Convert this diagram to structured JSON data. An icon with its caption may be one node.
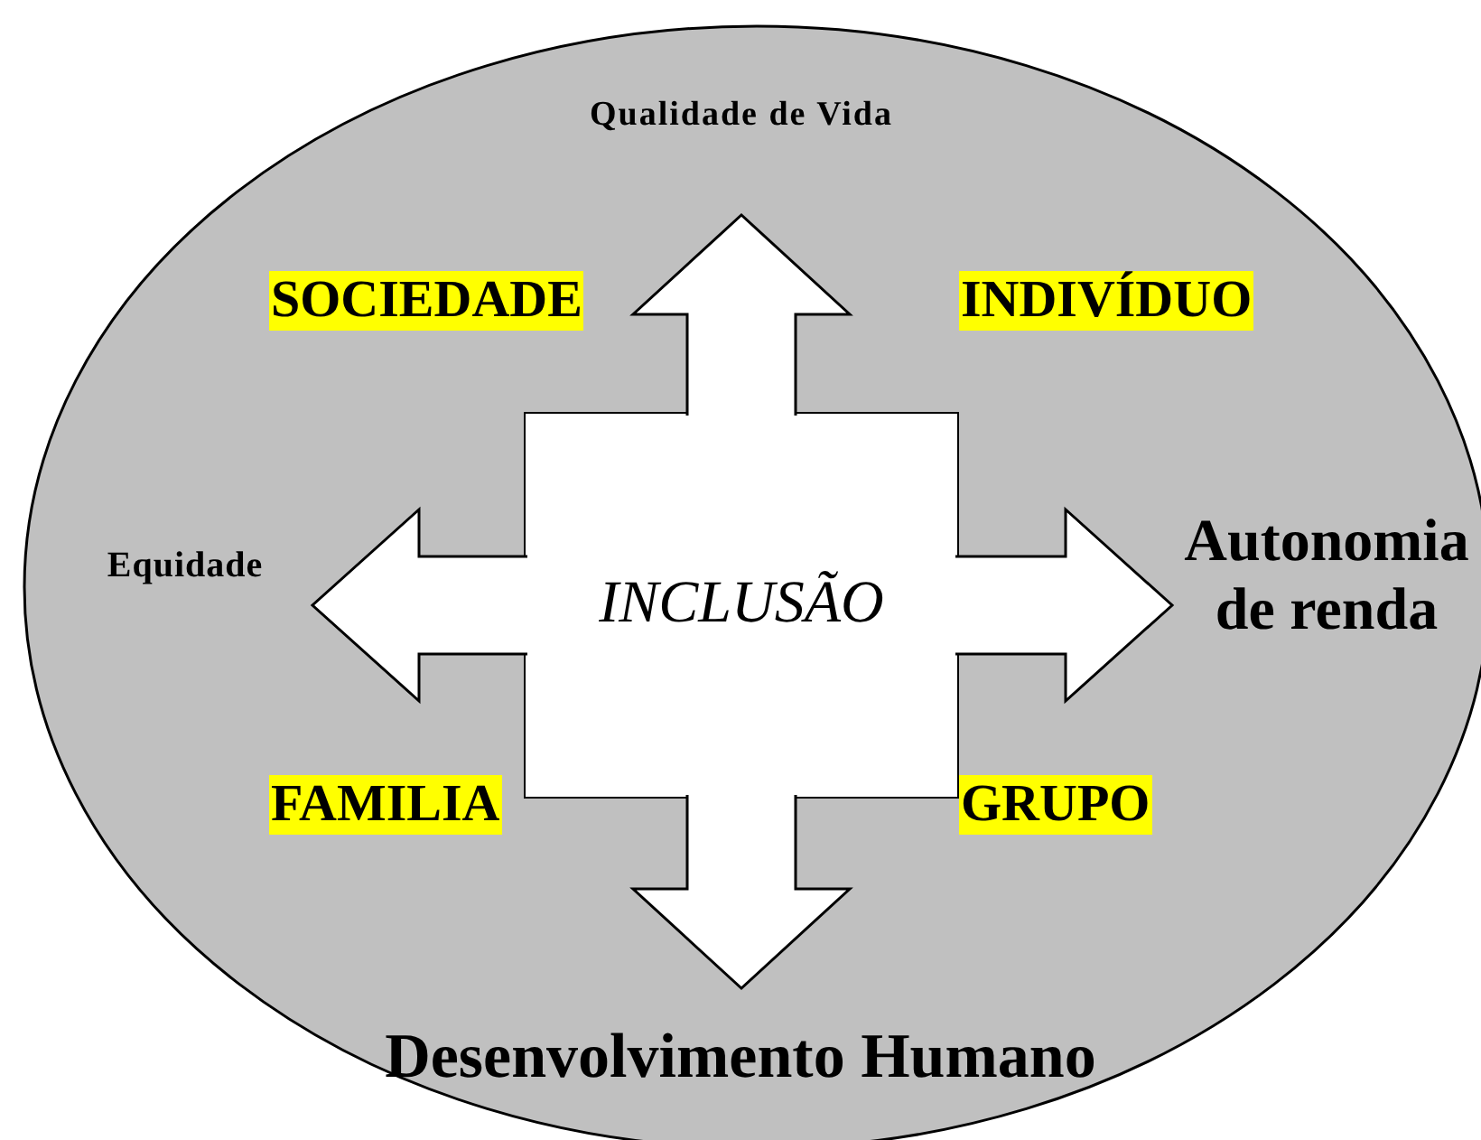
{
  "diagram": {
    "nodes": [
      {
        "text": [],
        "shape": "ellipse"
      },
      {
        "text": [
          "INCLUSÃO"
        ],
        "in": 0
      },
      {
        "text": [
          "Qualidade de Vida"
        ],
        "in": 0
      },
      {
        "text": [
          "Equidade"
        ],
        "in": 0
      },
      {
        "text": [
          "Autonomia de renda"
        ],
        "in": 0
      },
      {
        "text": [
          "Desenvolvimento Humano"
        ],
        "in": 0
      }
    ],
    "edges": [
      {
        "from": 1,
        "to": 2,
        "arrow": "to"
      },
      {
        "from": 1,
        "to": 3,
        "arrow": "to"
      },
      {
        "from": 1,
        "to": 4,
        "arrow": "to"
      },
      {
        "from": 1,
        "to": 5,
        "arrow": "to"
      }
    ],
    "labels": [
      "SOCIEDADE",
      "INDIVÍDUO",
      "FAMILIA",
      "GRUPO"
    ]
  }
}
